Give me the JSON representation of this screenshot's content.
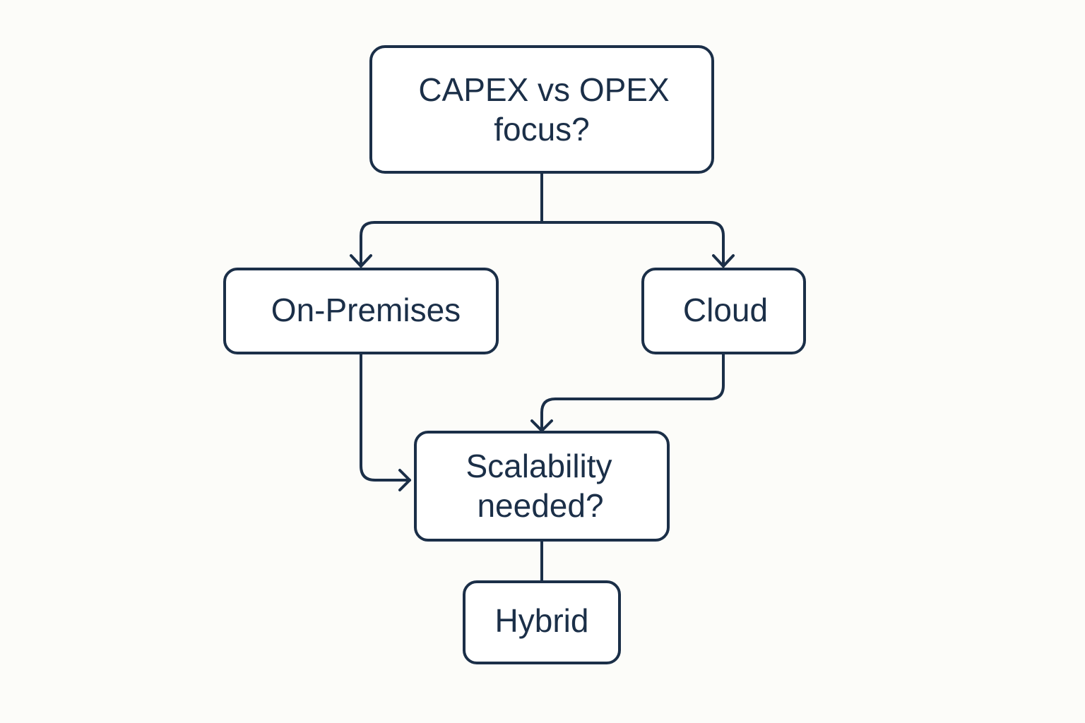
{
  "diagram": {
    "type": "flowchart",
    "colors": {
      "background": "#fcfcf9",
      "node_fill": "#ffffff",
      "stroke": "#1b2f48",
      "text": "#1b2f48"
    },
    "nodes": [
      {
        "id": "capex_opex",
        "lines": [
          "CAPEX vs OPEX",
          "focus?"
        ]
      },
      {
        "id": "on_premises",
        "lines": [
          "On-Premises"
        ]
      },
      {
        "id": "cloud",
        "lines": [
          "Cloud"
        ]
      },
      {
        "id": "scalability",
        "lines": [
          "Scalability",
          "needed?"
        ]
      },
      {
        "id": "hybrid",
        "lines": [
          "Hybrid"
        ]
      }
    ],
    "edges": [
      {
        "from": "capex_opex",
        "to": "on_premises",
        "arrow": true
      },
      {
        "from": "capex_opex",
        "to": "cloud",
        "arrow": true
      },
      {
        "from": "on_premises",
        "to": "scalability",
        "arrow": true
      },
      {
        "from": "cloud",
        "to": "scalability",
        "arrow": true
      },
      {
        "from": "scalability",
        "to": "hybrid",
        "arrow": false
      }
    ]
  }
}
